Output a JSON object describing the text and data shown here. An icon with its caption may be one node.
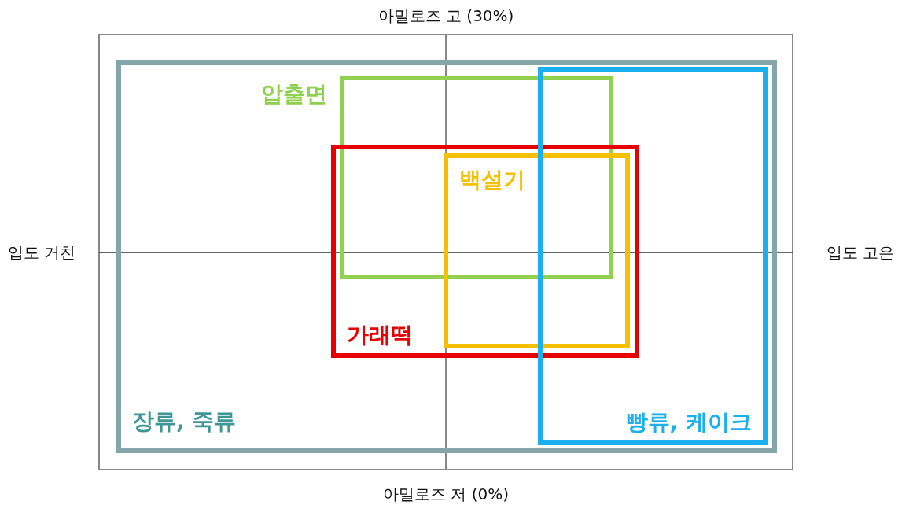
{
  "diagram": {
    "nodes": [
      {
        "text": [
          "장류, 죽류"
        ]
      },
      {
        "text": [
          "압출면"
        ],
        "in": 0
      },
      {
        "text": [
          "가래떡"
        ],
        "in": 0
      },
      {
        "text": [
          "백설기"
        ],
        "in": 2
      },
      {
        "text": [
          "빵류, 케이크"
        ],
        "in": 0
      }
    ],
    "edges": [],
    "labels": [
      "아밀로즈 고 (30%)",
      "입도 거친",
      "입도 고은",
      "아밀로즈 저 (0%)"
    ]
  }
}
